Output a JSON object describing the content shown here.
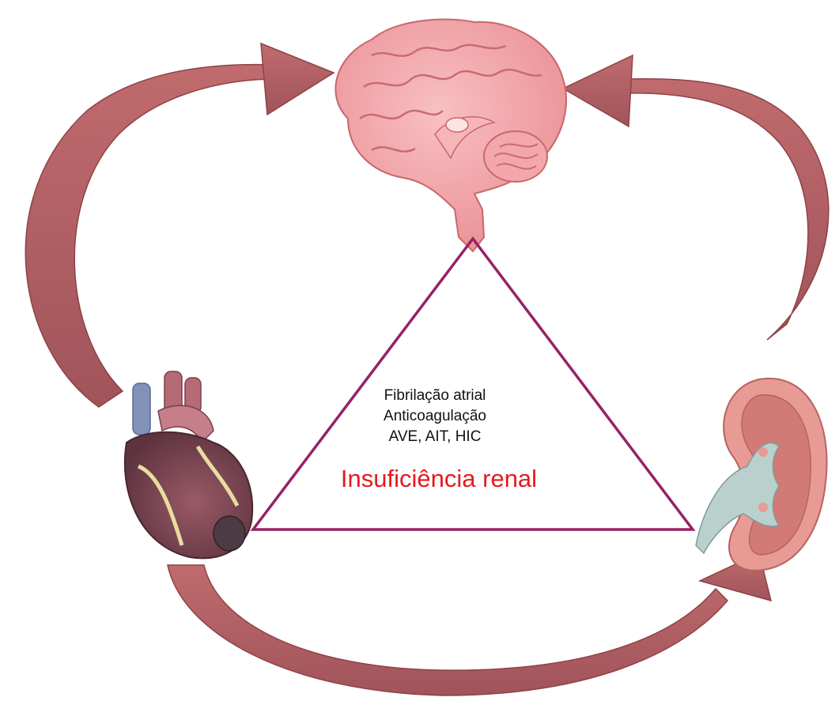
{
  "center_lines": [
    "Fibrilação atrial",
    "Anticoagulação",
    "AVE, AIT, HIC"
  ],
  "main_label": "Insuficiência renal",
  "colors": {
    "arrow": "#b86265",
    "arrow_dark": "#8e4247",
    "triangle": "#962264",
    "main_label": "#e6191e",
    "brain": "#f2a1a4",
    "heart": "#7a4450",
    "kidney_cortex": "#e39d96",
    "kidney_pelvis": "#b9d0cc"
  },
  "icons": [
    "brain-icon",
    "heart-icon",
    "kidney-icon"
  ]
}
